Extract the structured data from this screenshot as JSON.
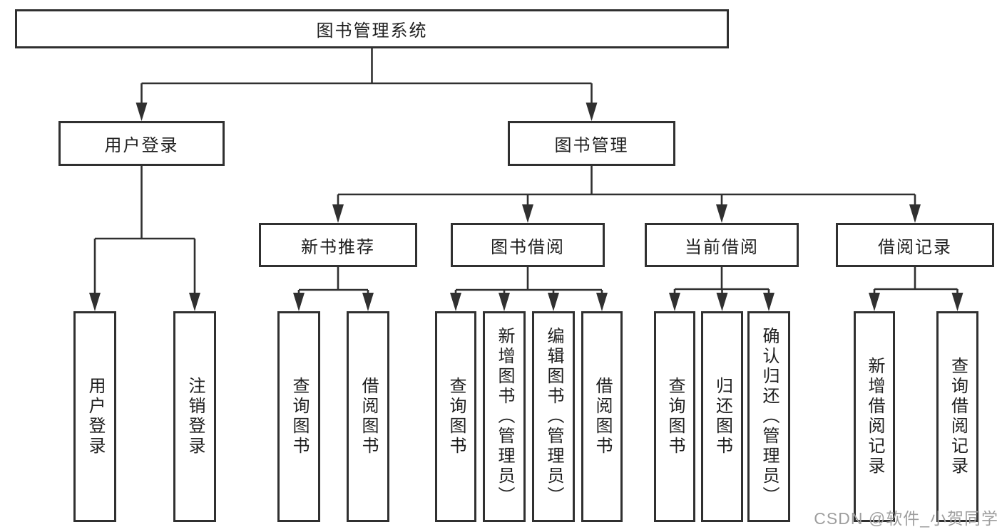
{
  "diagram": {
    "root": {
      "label": "图书管理系统"
    },
    "groups": [
      {
        "label": "用户登录",
        "children": [
          {
            "label": "用户登录"
          },
          {
            "label": "注销登录"
          }
        ]
      },
      {
        "label": "图书管理",
        "sections": [
          {
            "label": "新书推荐",
            "children": [
              {
                "label": "查询图书"
              },
              {
                "label": "借阅图书"
              }
            ]
          },
          {
            "label": "图书借阅",
            "children": [
              {
                "label": "查询图书"
              },
              {
                "label": "新增图书（管理员）"
              },
              {
                "label": "编辑图书（管理员）"
              },
              {
                "label": "借阅图书"
              }
            ]
          },
          {
            "label": "当前借阅",
            "children": [
              {
                "label": "查询图书"
              },
              {
                "label": "归还图书"
              },
              {
                "label": "确认归还（管理员）"
              }
            ]
          },
          {
            "label": "借阅记录",
            "children": [
              {
                "label": "新增借阅记录"
              },
              {
                "label": "查询借阅记录"
              }
            ]
          }
        ]
      }
    ]
  },
  "watermark": {
    "text": "CSDN @软件_小贺同学"
  },
  "colors": {
    "line": "#303030",
    "text": "#1f1f1f",
    "watermark": "#9e9e9e",
    "background": "#ffffff"
  }
}
